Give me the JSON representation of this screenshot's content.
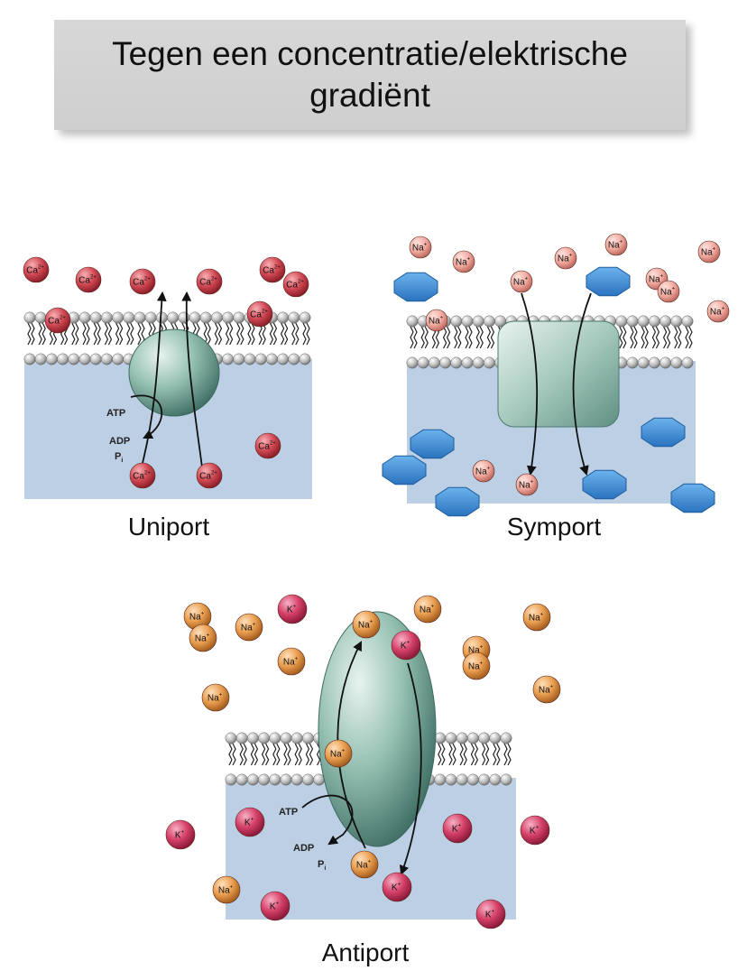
{
  "title": "Tegen een concentratie/elektrische gradiënt",
  "panels": {
    "uniport": {
      "caption": "Uniport",
      "ion": "Ca",
      "ion_charge": "2+",
      "energy_labels": {
        "atp": "ATP",
        "adp": "ADP",
        "pi": "P",
        "pi_sub": "i"
      }
    },
    "symport": {
      "caption": "Symport",
      "ion": "Na",
      "ion_charge": "+"
    },
    "antiport": {
      "caption": "Antiport",
      "ion_na": "Na",
      "ion_k": "K",
      "ion_charge": "+",
      "energy_labels": {
        "atp": "ATP",
        "adp": "ADP",
        "pi": "P",
        "pi_sub": "i"
      }
    }
  },
  "colors": {
    "title_box": "#d3d3d3",
    "cytoplasm": "#bccfe4",
    "calcium_ion": "#c9424f",
    "sodium_ion_symport": "#eea49a",
    "sodium_ion_antiport": "#e39a4e",
    "potassium_ion": "#cf3f62",
    "glucose_hexagon": "#3f8fd8",
    "transporter_protein": "#9fc7bb"
  }
}
